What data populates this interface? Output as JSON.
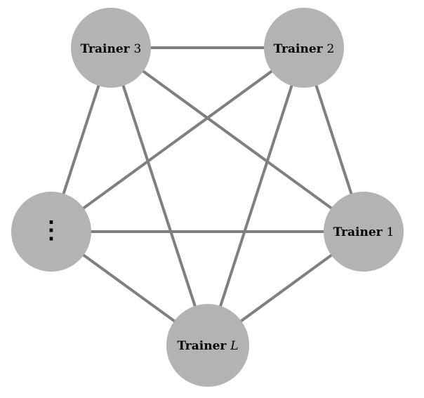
{
  "nodes": [
    {
      "id": "trainer-1",
      "label": "Trainer",
      "suffix": "1"
    },
    {
      "id": "trainer-2",
      "label": "Trainer",
      "suffix": "2"
    },
    {
      "id": "trainer-3",
      "label": "Trainer",
      "suffix": "3"
    },
    {
      "id": "trainer-ellipsis",
      "label": "⋮",
      "suffix": ""
    },
    {
      "id": "trainer-l",
      "label": "Trainer",
      "suffix": "L"
    }
  ],
  "edges": [
    [
      "trainer-3",
      "trainer-2"
    ],
    [
      "trainer-3",
      "trainer-ellipsis"
    ],
    [
      "trainer-3",
      "trainer-l"
    ],
    [
      "trainer-3",
      "trainer-1"
    ],
    [
      "trainer-2",
      "trainer-1"
    ],
    [
      "trainer-2",
      "trainer-ellipsis"
    ],
    [
      "trainer-2",
      "trainer-l"
    ],
    [
      "trainer-ellipsis",
      "trainer-1"
    ],
    [
      "trainer-ellipsis",
      "trainer-l"
    ],
    [
      "trainer-1",
      "trainer-l"
    ]
  ],
  "colors": {
    "node_fill": "#b3b3b3",
    "edge_stroke": "#7f7f7f",
    "label_text": "#000000"
  }
}
